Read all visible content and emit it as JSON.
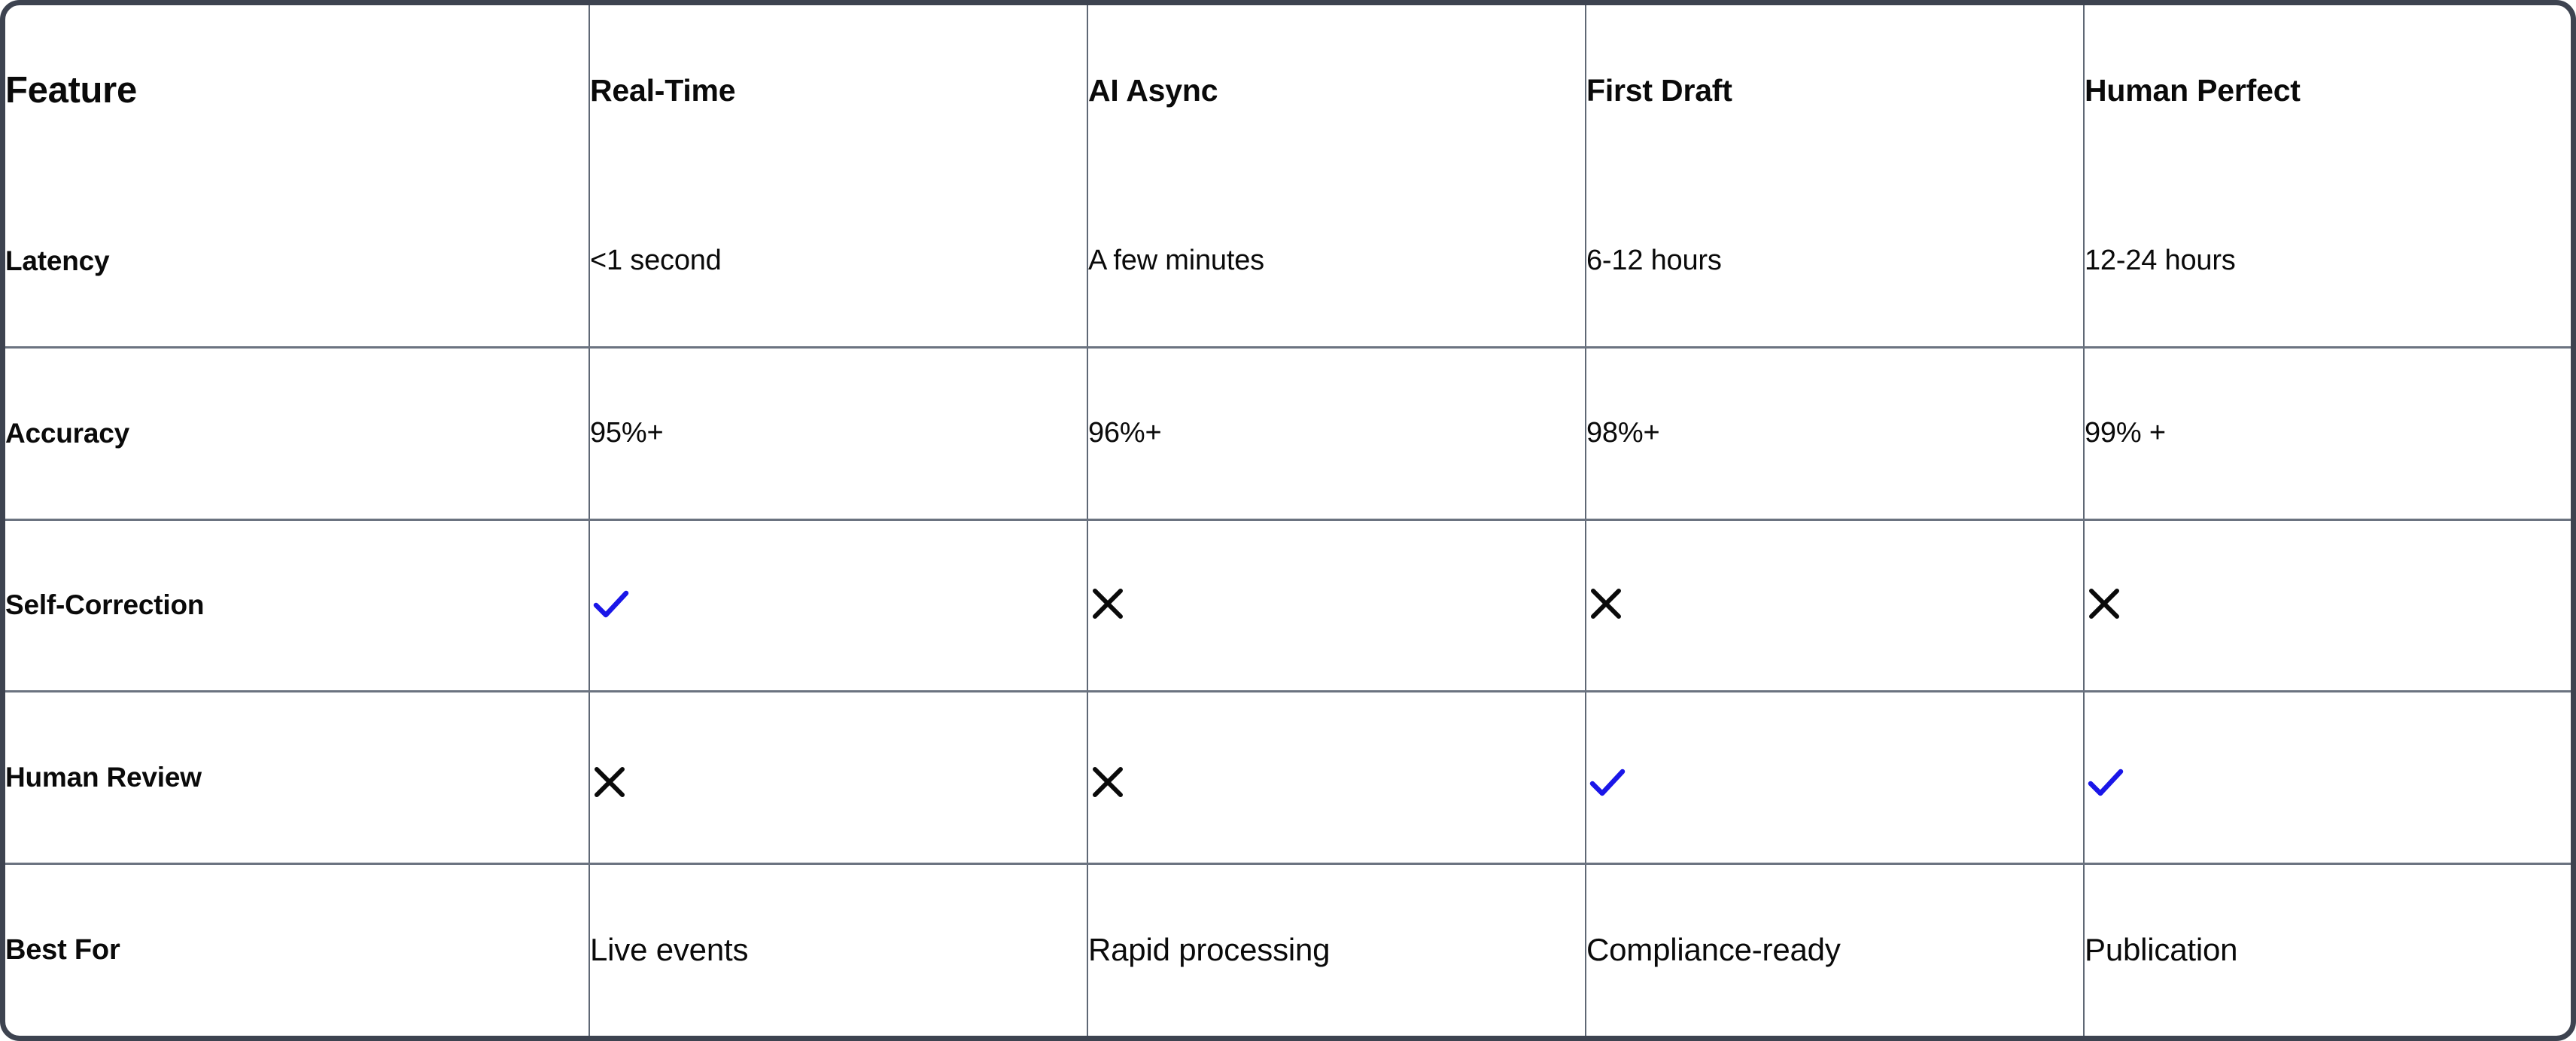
{
  "table": {
    "columns": [
      "Feature",
      "Real-Time",
      "AI Async",
      "First Draft",
      "Human Perfect"
    ],
    "accent_color": "#1a16e8",
    "mark_color": "#0a0a0a",
    "border_color": "#3d4350",
    "grid_color": "#6b7380",
    "rows": [
      {
        "label": "Latency",
        "type": "text",
        "cells": [
          "<1 second",
          "A few minutes",
          "6-12 hours",
          "12-24 hours"
        ]
      },
      {
        "label": "Accuracy",
        "type": "text",
        "cells": [
          "95%+",
          "96%+",
          "98%+",
          "99% +"
        ]
      },
      {
        "label": "Self-Correction",
        "type": "icon",
        "cells": [
          "check",
          "cross",
          "cross",
          "cross"
        ],
        "icon_names": [
          "check-icon",
          "cross-icon",
          "cross-icon",
          "cross-icon"
        ]
      },
      {
        "label": "Human Review",
        "type": "icon",
        "cells": [
          "cross",
          "cross",
          "check",
          "check"
        ],
        "icon_names": [
          "cross-icon",
          "cross-icon",
          "check-icon",
          "check-icon"
        ]
      },
      {
        "label": "Best For",
        "type": "text",
        "cells": [
          "Live events",
          "Rapid processing",
          "Compliance-ready",
          "Publication"
        ]
      }
    ]
  }
}
